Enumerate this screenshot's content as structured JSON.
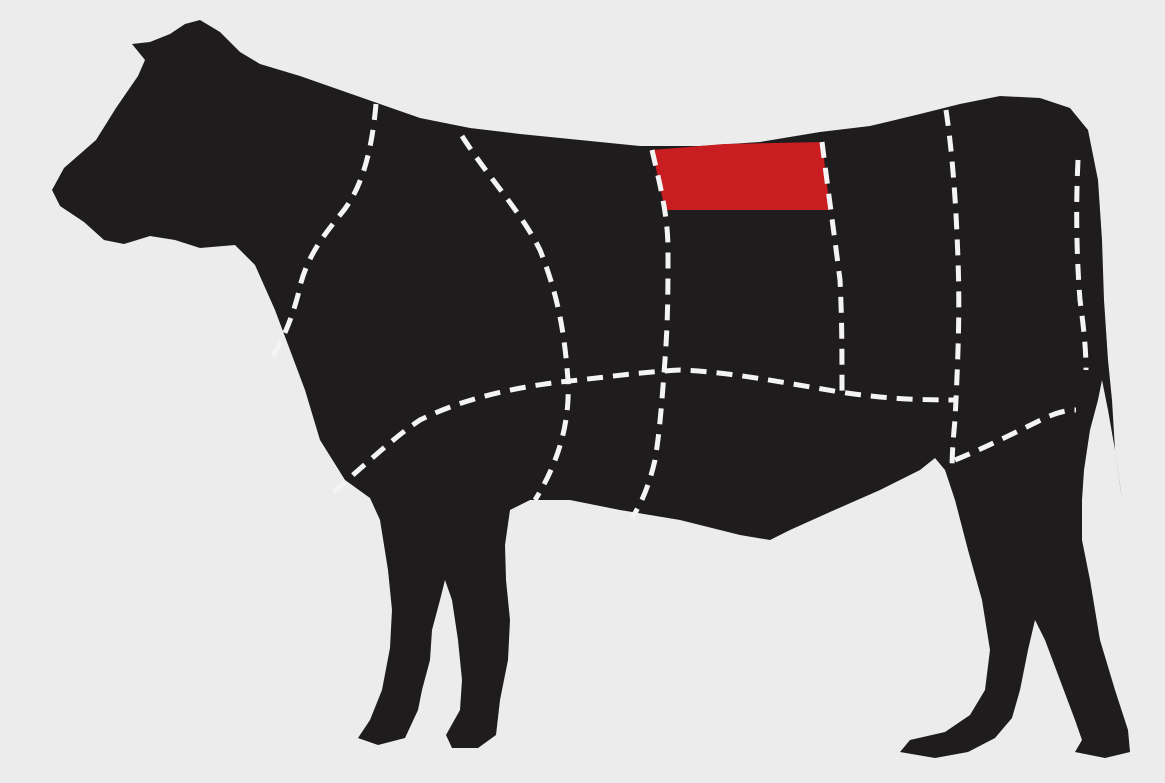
{
  "diagram": {
    "background_color": "#ececec",
    "silhouette_color": "#1e1c1c",
    "cut_line_color": "#f4f4f4",
    "highlight_color": "#c81e21",
    "highlighted_cut": "short-loin",
    "cuts": [
      "chuck",
      "rib",
      "short-loin",
      "sirloin",
      "round",
      "brisket",
      "plate",
      "flank",
      "shank"
    ]
  }
}
